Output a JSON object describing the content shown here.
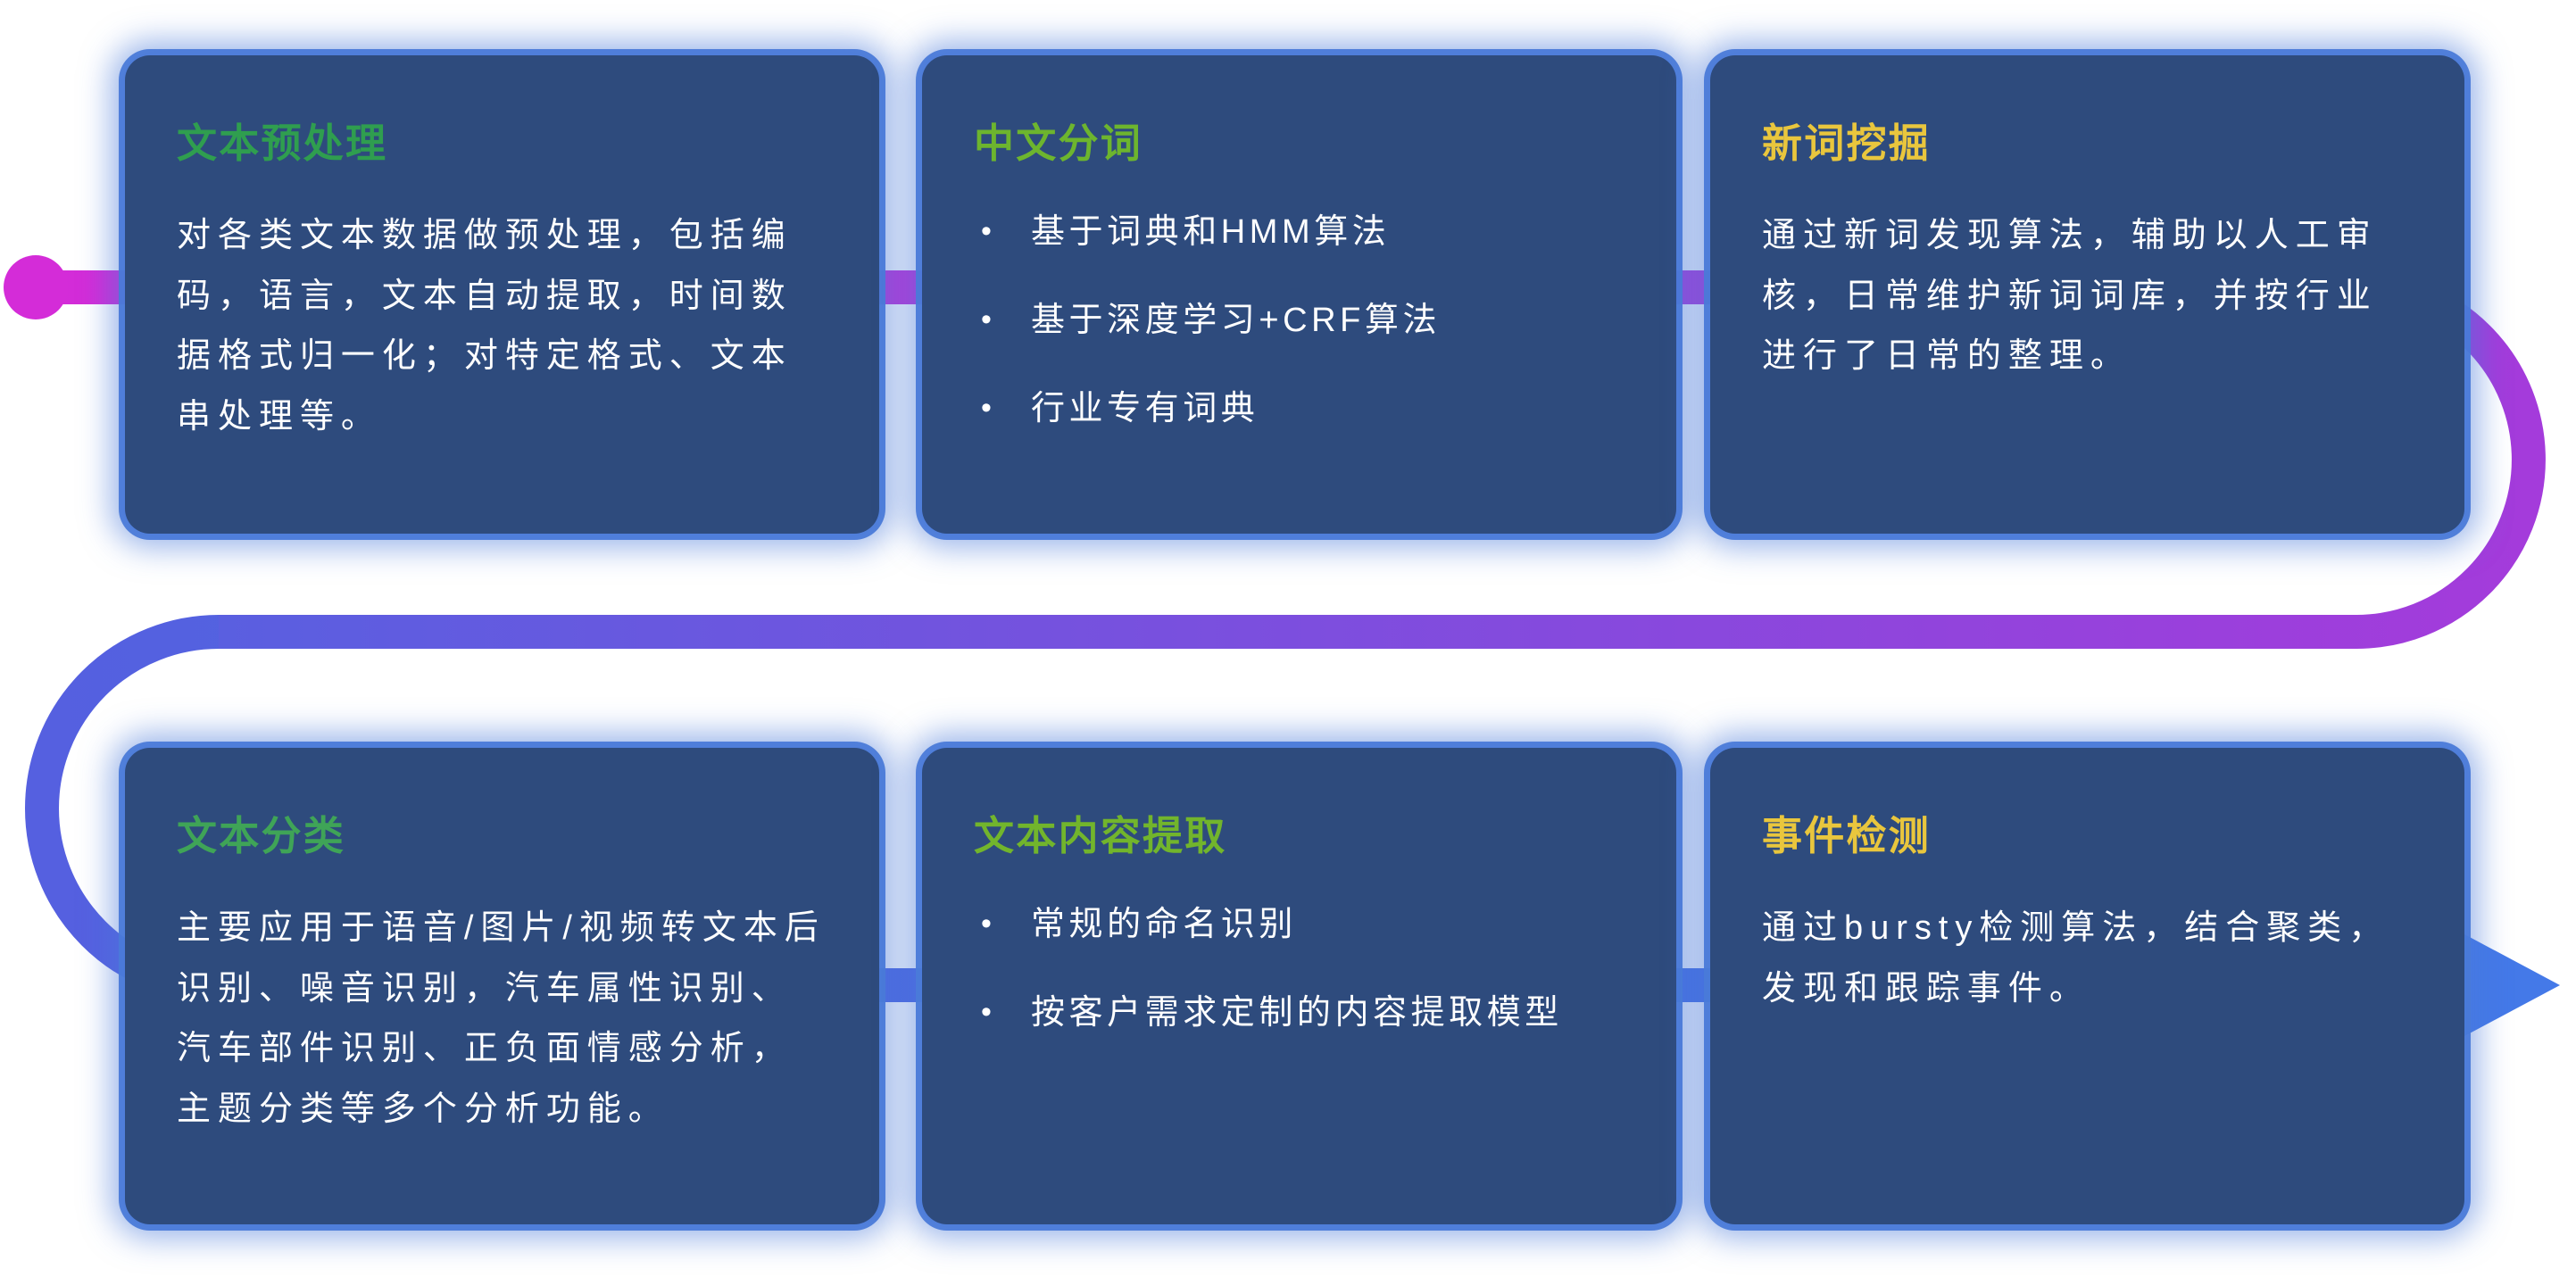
{
  "ui": {
    "bullet_char": "•"
  },
  "colors": {
    "background": "#ffffff",
    "card_bg": "#2e4b7d",
    "card_glow": "#4a7ad8",
    "body_text": "#ffffff",
    "title_green": "#2f9e4f",
    "title_lime": "#6db52e",
    "title_yellow": "#e9c63d",
    "pipe_start_magenta": "#d42cd8",
    "pipe_purple": "#a43bdb",
    "pipe_indigo": "#5a5fe0",
    "pipe_blue": "#3f74e6",
    "arrow_blue": "#4479e8"
  },
  "cards": [
    {
      "title": "文本预处理",
      "title_color": "#2f9e4f",
      "body": "对各类文本数据做预处理，包括编码，语言，文本自动提取，时间数据格式归一化；对特定格式、文本串处理等。"
    },
    {
      "title": "中文分词",
      "title_color": "#6db52e",
      "bullets": [
        "基于词典和HMM算法",
        "基于深度学习+CRF算法",
        "行业专有词典"
      ]
    },
    {
      "title": "新词挖掘",
      "title_color": "#e9c63d",
      "body": "通过新词发现算法，辅助以人工审核，日常维护新词词库，并按行业进行了日常的整理。"
    },
    {
      "title": "文本分类",
      "title_color": "#3fa457",
      "body": "主要应用于语音/图片/视频转文本后识别、噪音识别，汽车属性识别、汽车部件识别、正负面情感分析，主题分类等多个分析功能。"
    },
    {
      "title": "文本内容提取",
      "title_color": "#72b52c",
      "bullets": [
        "常规的命名识别",
        "按客户需求定制的内容提取模型"
      ]
    },
    {
      "title": "事件检测",
      "title_color": "#e9c63d",
      "body": "通过bursty检测算法，结合聚类，发现和跟踪事件。"
    }
  ]
}
